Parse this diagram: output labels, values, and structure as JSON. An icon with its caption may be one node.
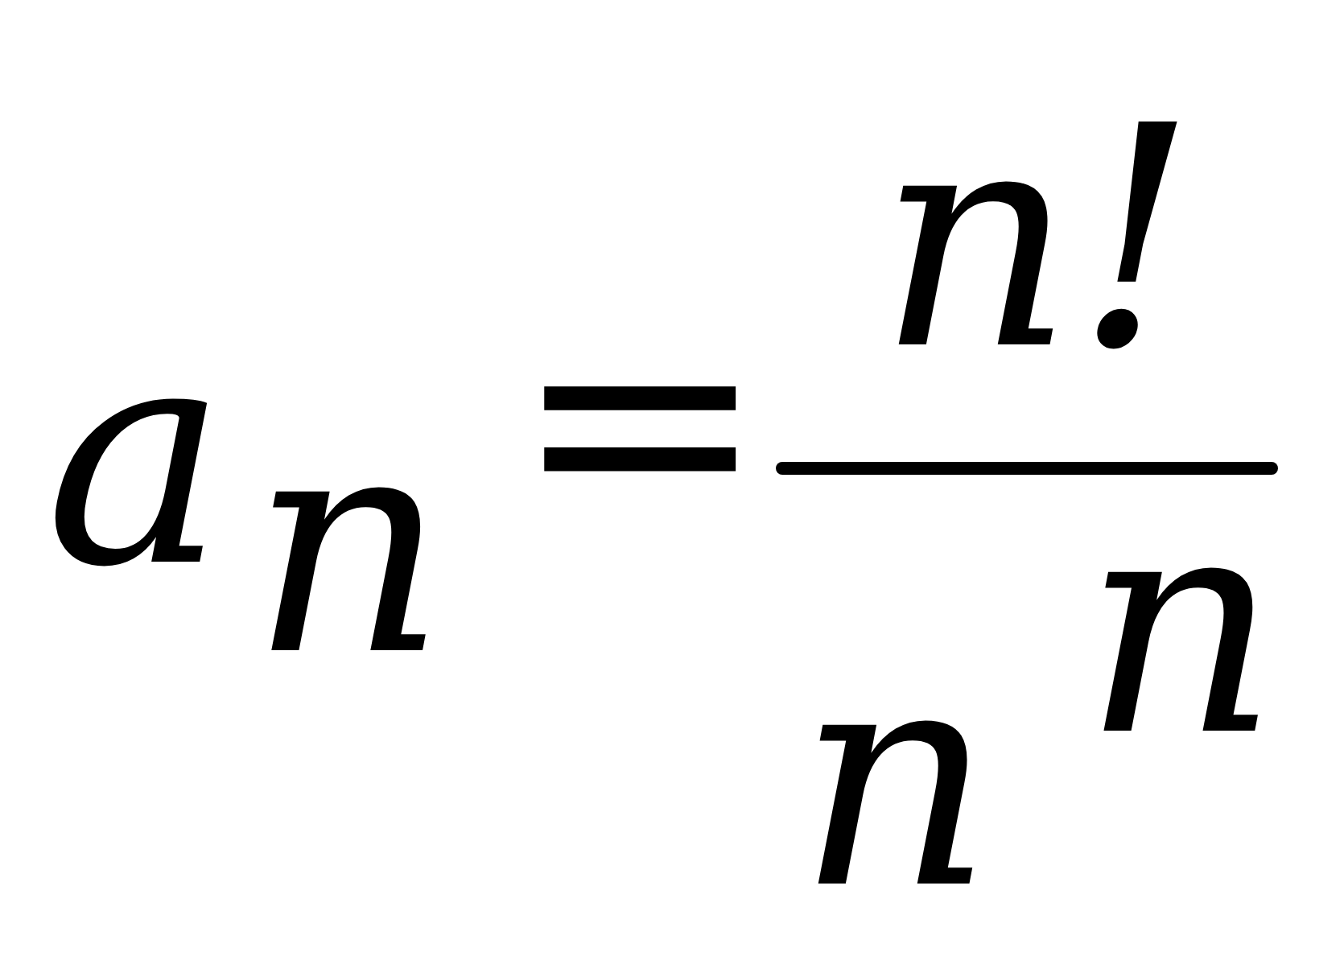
{
  "diagram": {
    "labels": [
      "a$_{n}$",
      "=",
      "n!",
      "n$^{n}$"
    ]
  }
}
